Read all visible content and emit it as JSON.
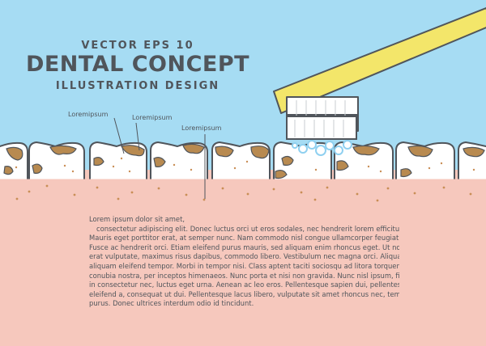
{
  "header": {
    "line1": "VECTOR EPS 10",
    "title": "DENTAL CONCEPT",
    "line3": "ILLUSTRATION DESIGN"
  },
  "labels": [
    "Loremipsum",
    "Loremipsum",
    "Loremipsum"
  ],
  "body_lines": [
    "Lorem ipsum dolor sit amet,",
    "consectetur adipiscing elit. Donec luctus orci ut eros sodales, nec hendrerit lorem efficitur.",
    "Mauris eget porttitor erat, at semper nunc. Nam commodo nisl congue ullamcorper feugiat.",
    "Fusce ac hendrerit orci. Etiam eleifend purus mauris, sed aliquam enim rhoncus eget. Ut non",
    "erat vulputate, maximus risus dapibus, commodo libero. Vestibulum nec magna orci. Aliqua",
    "aliquam eleifend tempor. Morbi in tempor nisi. Class aptent taciti sociosqu ad litora torquent",
    "conubia nostra, per inceptos himenaeos. Nunc porta et nisi non gravida. Nunc nisl ipsum, fin",
    "in consectetur nec, luctus eget urna. Aenean ac leo eros. Pellentesque sapien dui, pellentesq",
    "eleifend a, consequat ut dui. Pellentesque lacus libero, vulputate sit amet rhoncus nec, temp",
    "purus. Donec ultrices interdum odio id tincidunt."
  ],
  "colors": {
    "sky": "#a6dcf3",
    "gum": "#f6c8bd",
    "tooth": "#ffffff",
    "outline": "#50555b",
    "stain": "#b88a50",
    "brush_handle": "#f3e66a",
    "bubble": "#8fd0f0"
  }
}
